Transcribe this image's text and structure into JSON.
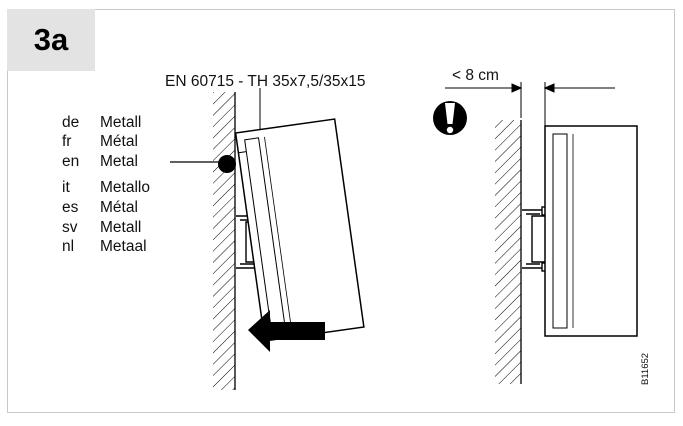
{
  "step": {
    "label": "3a"
  },
  "standard_label": "EN 60715 - TH 35x7,5/35x15",
  "distance_label": "< 8 cm",
  "warning_icon": "exclamation-circle-icon",
  "materials": [
    {
      "code": "de",
      "word": "Metall"
    },
    {
      "code": "fr",
      "word": "Métal"
    },
    {
      "code": "en",
      "word": "Metal"
    },
    {
      "code": "it",
      "word": "Metallo"
    },
    {
      "code": "es",
      "word": "Métal"
    },
    {
      "code": "sv",
      "word": "Metall"
    },
    {
      "code": "nl",
      "word": "Metaal"
    }
  ],
  "reference": "B11652",
  "colors": {
    "frame": "#c8c8c8",
    "badge": "#e3e3e3",
    "ink": "#000000"
  }
}
